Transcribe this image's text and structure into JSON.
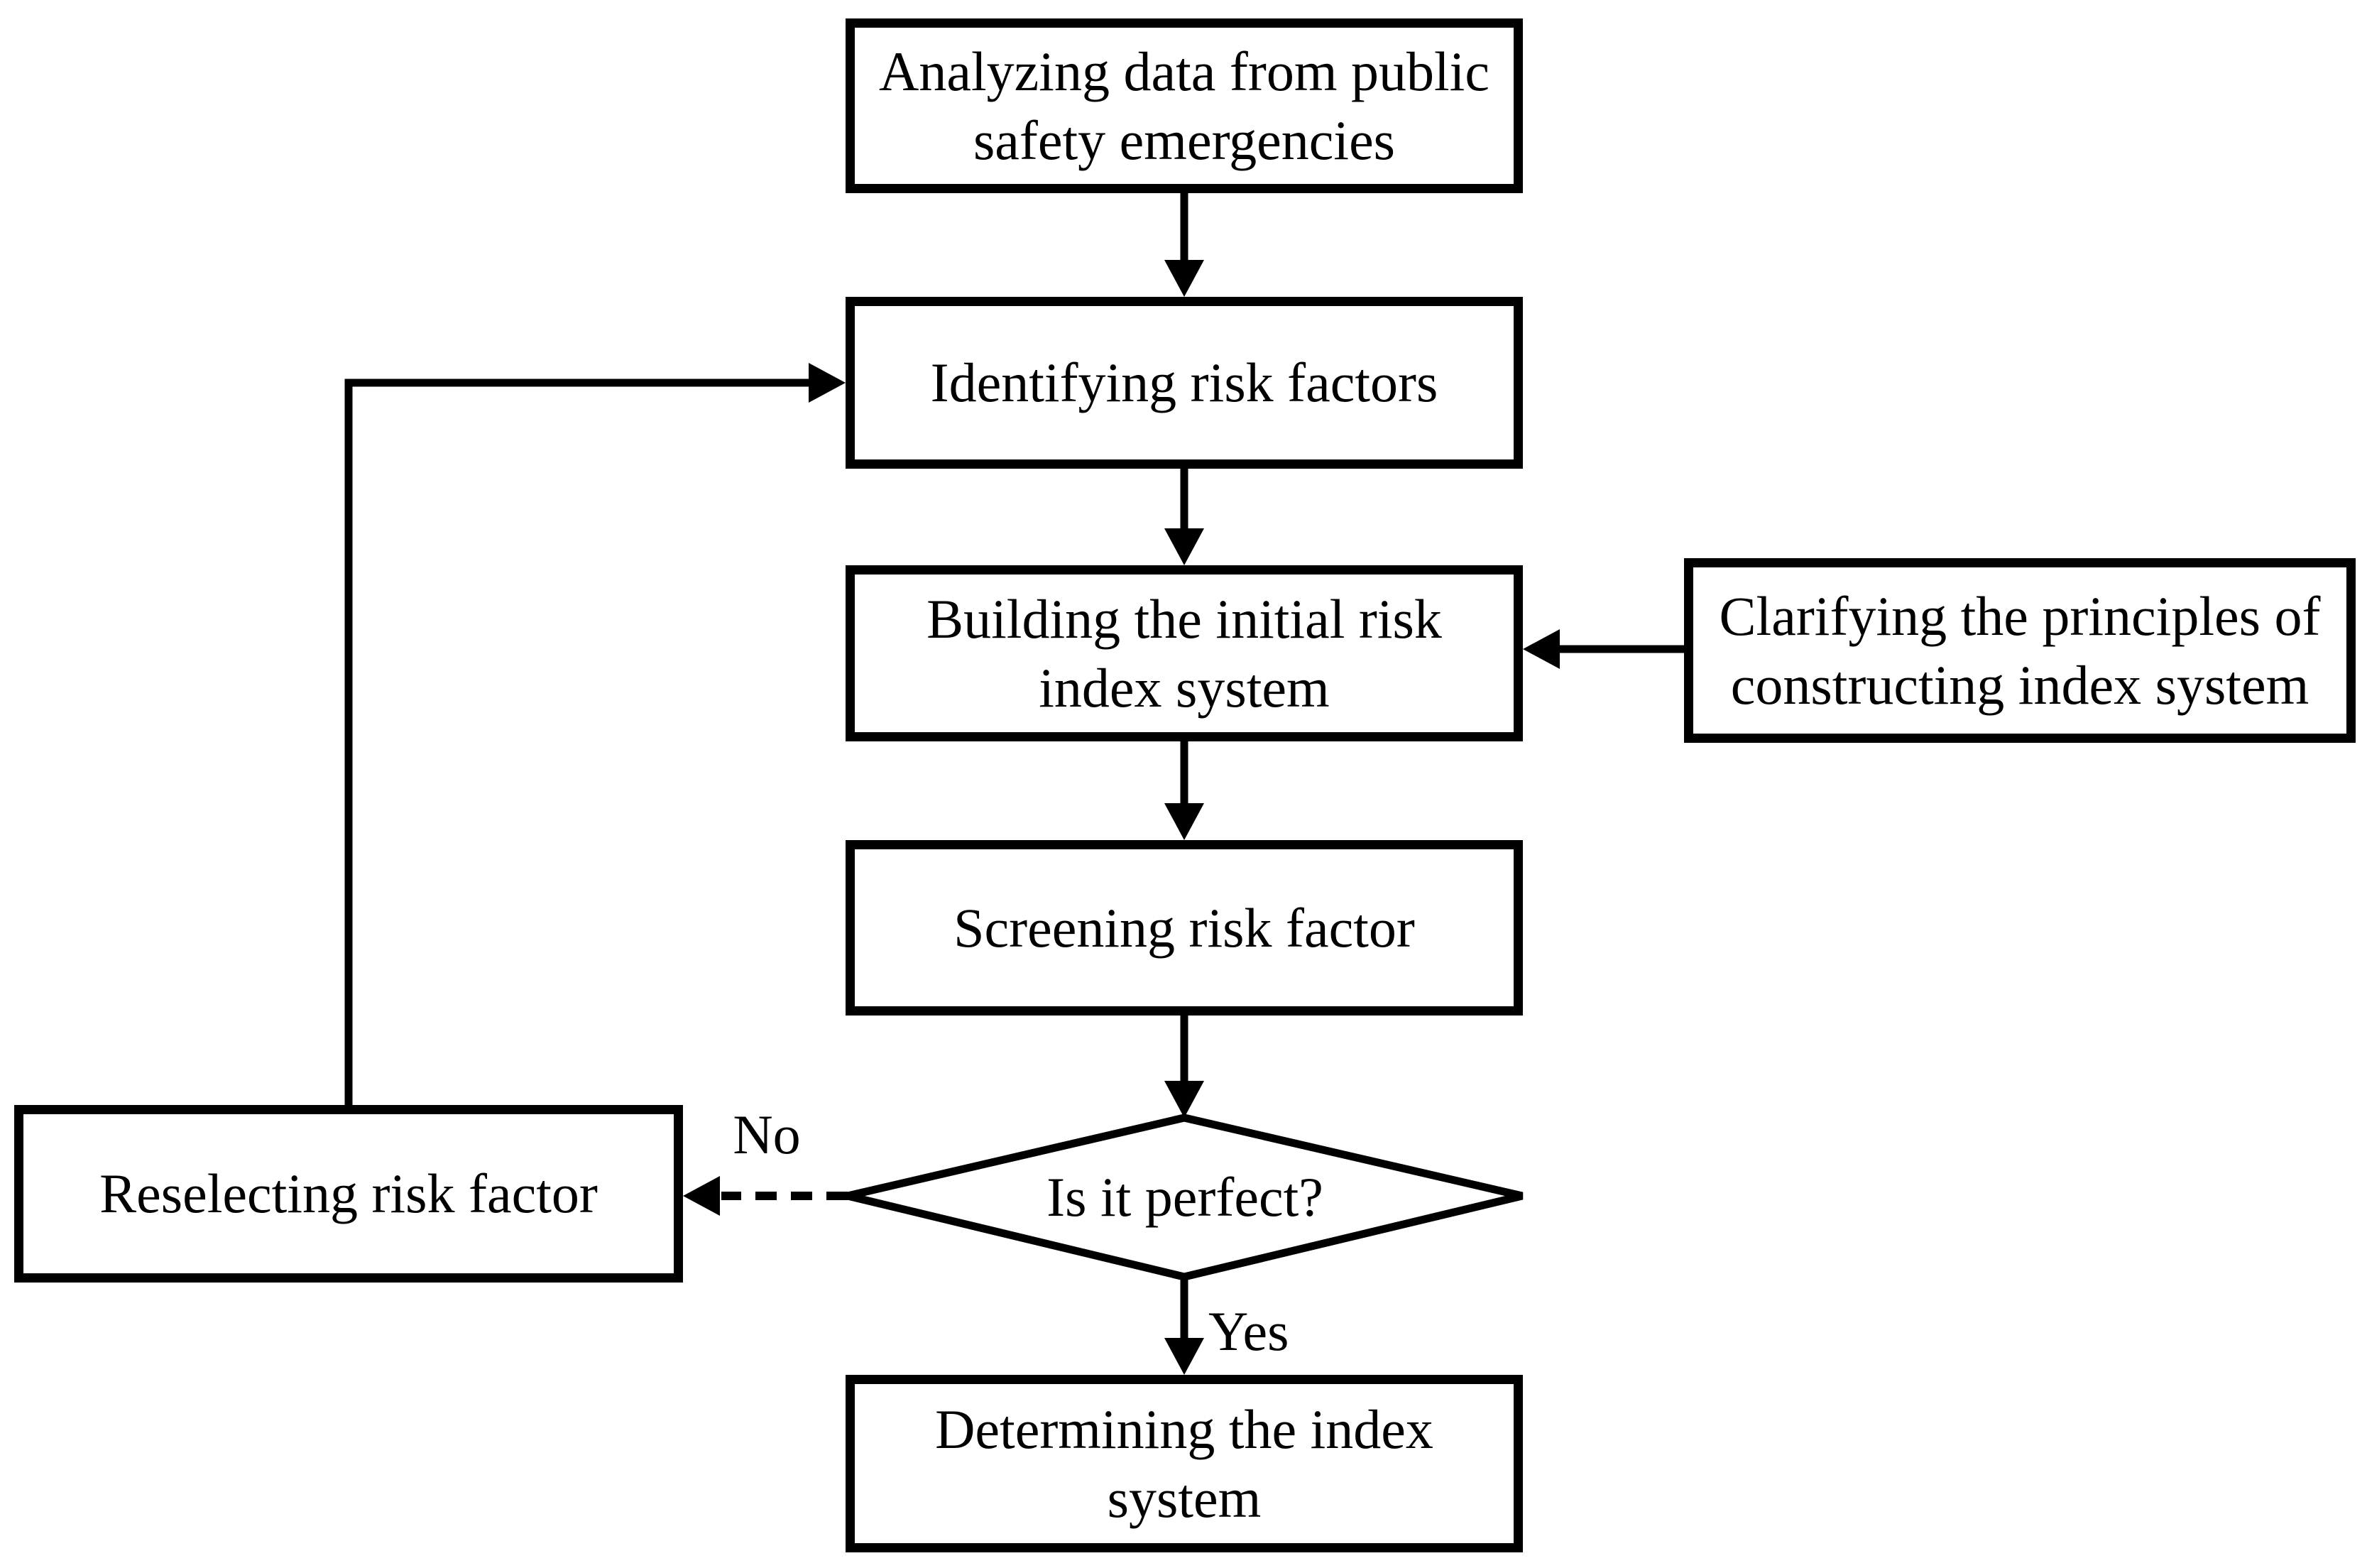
{
  "flowchart": {
    "colors": {
      "stroke": "#000000",
      "node_fill": "#ffffff",
      "text": "#000000",
      "background": "#ffffff"
    },
    "nodes": {
      "analyzing": {
        "type": "process",
        "lines": [
          "Analyzing data from public",
          "safety emergencies"
        ]
      },
      "identifying": {
        "type": "process",
        "lines": [
          "Identifying risk factors"
        ]
      },
      "building": {
        "type": "process",
        "lines": [
          "Building the initial risk",
          "index system"
        ]
      },
      "clarifying": {
        "type": "process",
        "lines": [
          "Clarifying the principles of",
          "constructing index system"
        ]
      },
      "screening": {
        "type": "process",
        "lines": [
          "Screening risk factor"
        ]
      },
      "decision": {
        "type": "decision",
        "lines": [
          "Is it perfect?"
        ]
      },
      "reselecting": {
        "type": "process",
        "lines": [
          "Reselecting risk factor"
        ]
      },
      "determining": {
        "type": "process",
        "lines": [
          "Determining the index",
          "system"
        ]
      }
    },
    "edge_labels": {
      "no": "No",
      "yes": "Yes"
    }
  }
}
